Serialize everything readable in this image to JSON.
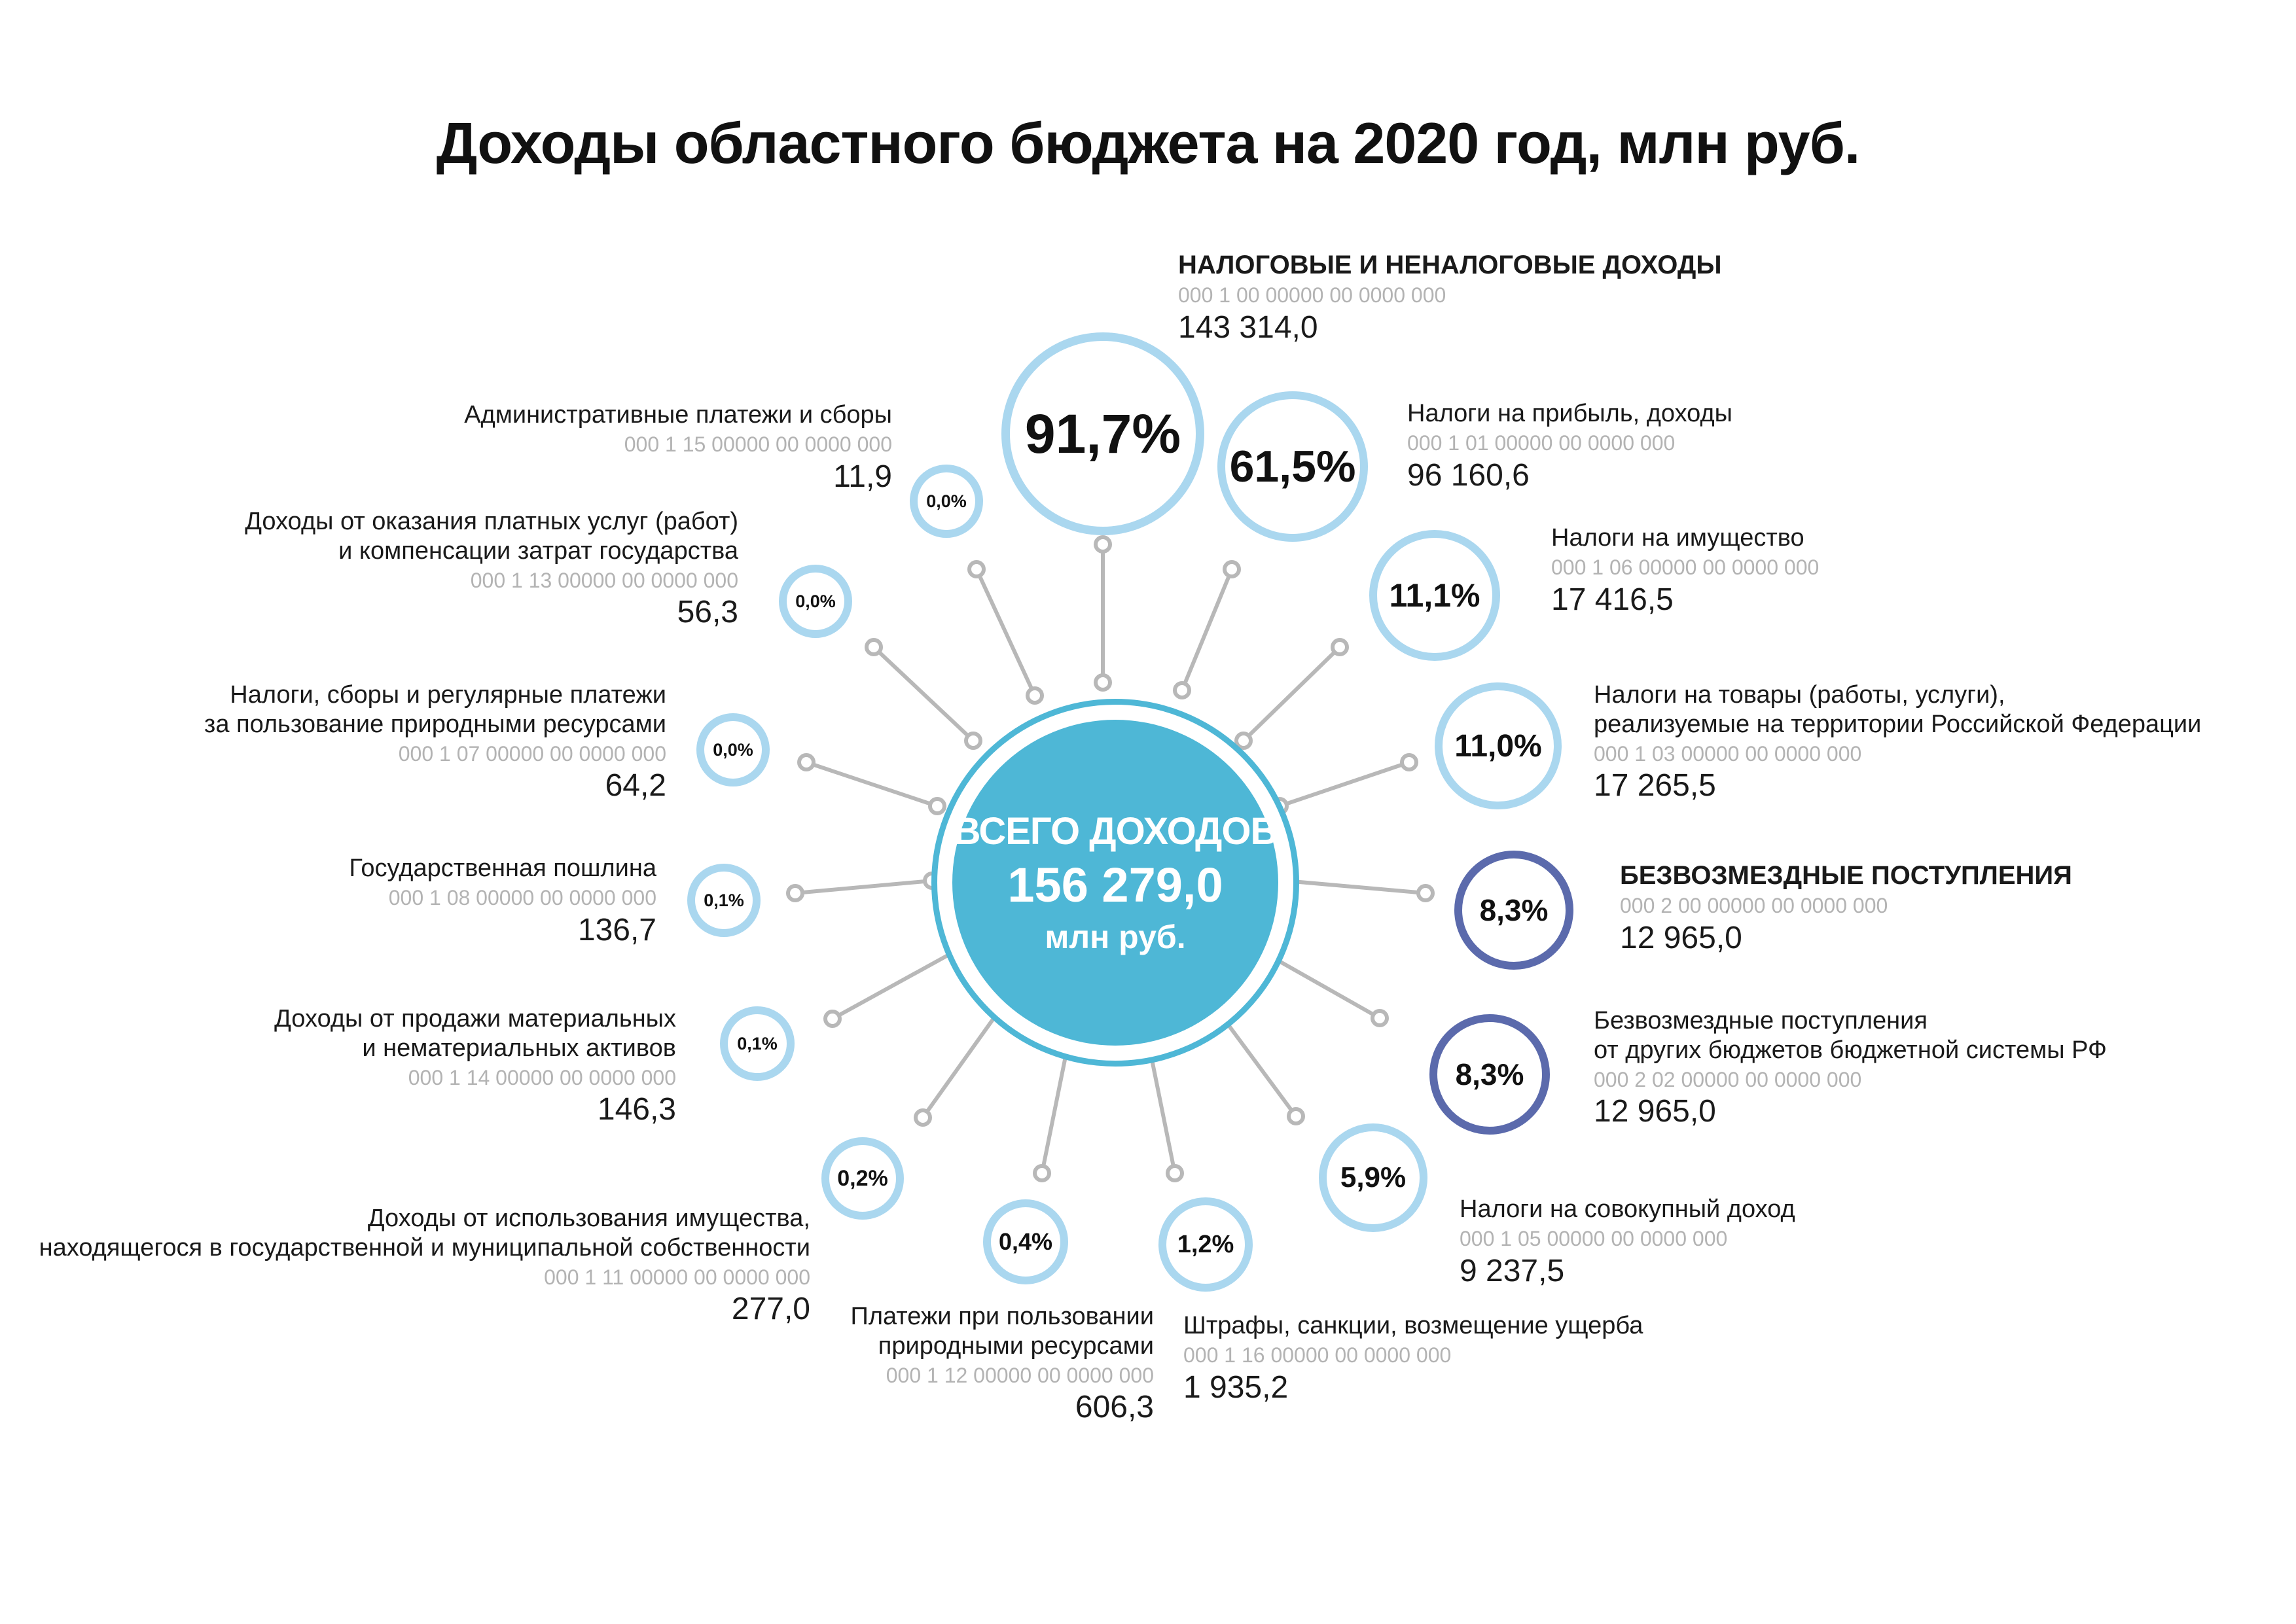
{
  "title": "Доходы областного бюджета на 2020 год, млн руб.",
  "colors": {
    "center": "#4eb7d6",
    "light_ring": "#aad7ef",
    "dark_ring": "#5b6aac",
    "spoke": "#b8b8b8"
  },
  "center": {
    "line1": "ВСЕГО ДОХОДОВ",
    "line2": "156 279,0",
    "line3": "млн руб."
  },
  "items": {
    "tax_nontax": {
      "pct": "91,7%",
      "name": "НАЛОГОВЫЕ И НЕНАЛОГОВЫЕ ДОХОДЫ",
      "code": "000 1 00 00000 00 0000 000",
      "value": "143 314,0"
    },
    "profit_tax": {
      "pct": "61,5%",
      "name": "Налоги на прибыль, доходы",
      "code": "000 1 01 00000 00 0000 000",
      "value": "96 160,6"
    },
    "property_tax": {
      "pct": "11,1%",
      "name": "Налоги на имущество",
      "code": "000 1 06 00000 00 0000 000",
      "value": "17 416,5"
    },
    "goods_tax": {
      "pct": "11,0%",
      "name1": "Налоги на товары (работы, услуги),",
      "name2": "реализуемые на территории Российской Федерации",
      "code": "000 1 03 00000 00 0000 000",
      "value": "17 265,5"
    },
    "grants": {
      "pct": "8,3%",
      "name": "БЕЗВОЗМЕЗДНЫЕ ПОСТУПЛЕНИЯ",
      "code": "000 2 00 00000 00 0000 000",
      "value": "12 965,0"
    },
    "grants_budgets": {
      "pct": "8,3%",
      "name1": "Безвозмездные поступления",
      "name2": "от других бюджетов бюджетной системы РФ",
      "code": "000 2 02 00000 00 0000 000",
      "value": "12 965,0"
    },
    "aggregate_tax": {
      "pct": "5,9%",
      "name": "Налоги на совокупный доход",
      "code": "000 1 05 00000 00 0000 000",
      "value": "9 237,5"
    },
    "fines": {
      "pct": "1,2%",
      "name": "Штрафы, санкции, возмещение ущерба",
      "code": "000 1 16 00000 00 0000 000",
      "value": "1 935,2"
    },
    "nature_payments": {
      "pct": "0,4%",
      "name1": "Платежи при пользовании",
      "name2": "природными ресурсами",
      "code": "000 1 12 00000 00 0000 000",
      "value": "606,3"
    },
    "property_use": {
      "pct": "0,2%",
      "name1": "Доходы от использования имущества,",
      "name2": "находящегося в государственной и муниципальной собственности",
      "code": "000 1 11 00000 00 0000 000",
      "value": "277,0"
    },
    "asset_sales": {
      "pct": "0,1%",
      "name1": "Доходы от продажи материальных",
      "name2": "и нематериальных активов",
      "code": "000 1 14 00000 00 0000 000",
      "value": "146,3"
    },
    "state_duty": {
      "pct": "0,1%",
      "name": "Государственная пошлина",
      "code": "000 1 08 00000 00 0000 000",
      "value": "136,7"
    },
    "nature_fees": {
      "pct": "0,0%",
      "name1": "Налоги, сборы и регулярные платежи",
      "name2": "за пользование природными ресурсами",
      "code": "000 1 07 00000 00 0000 000",
      "value": "64,2"
    },
    "paid_services": {
      "pct": "0,0%",
      "name1": "Доходы от оказания платных услуг (работ)",
      "name2": "и компенсации затрат государства",
      "code": "000 1 13 00000 00 0000 000",
      "value": "56,3"
    },
    "admin_fees": {
      "pct": "0,0%",
      "name": "Административные платежи и сборы",
      "code": "000 1 15 00000 00 0000 000",
      "value": "11,9"
    }
  }
}
